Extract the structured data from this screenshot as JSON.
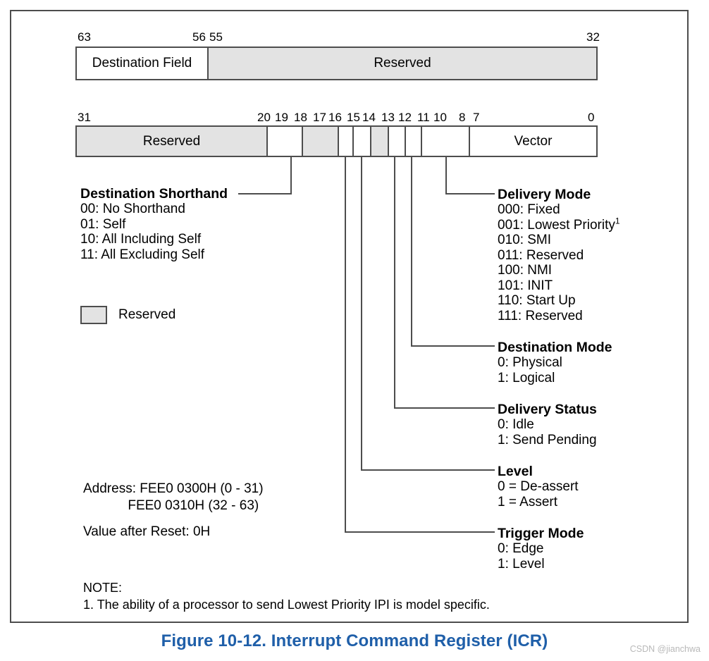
{
  "figure": {
    "caption": "Figure 10-12.  Interrupt Command Register (ICR)",
    "caption_color": "#1f5fa9"
  },
  "watermark": "CSDN @jianchwa",
  "colors": {
    "reserved_fill": "#e3e3e3",
    "border": "#4d4d4d",
    "background": "#ffffff",
    "text": "#000000"
  },
  "register_high": {
    "bit_labels": [
      "63",
      "56",
      "55",
      "32"
    ],
    "fields": [
      {
        "label": "Destination Field",
        "reserved": false
      },
      {
        "label": "Reserved",
        "reserved": true
      }
    ]
  },
  "register_low": {
    "bit_labels": [
      "31",
      "20",
      "19",
      "18",
      "17",
      "16",
      "15",
      "14",
      "13",
      "12",
      "11",
      "10",
      "8",
      "7",
      "0"
    ],
    "fields": [
      {
        "label": "Reserved",
        "reserved": true
      },
      {
        "label": "",
        "reserved": false
      },
      {
        "label": "",
        "reserved": true
      },
      {
        "label": "",
        "reserved": false
      },
      {
        "label": "",
        "reserved": false
      },
      {
        "label": "",
        "reserved": true
      },
      {
        "label": "",
        "reserved": false
      },
      {
        "label": "",
        "reserved": false
      },
      {
        "label": "",
        "reserved": false
      },
      {
        "label": "Vector",
        "reserved": false
      }
    ]
  },
  "legend": {
    "reserved_label": "Reserved"
  },
  "descriptions": {
    "destination_shorthand": {
      "title": "Destination Shorthand",
      "lines": [
        "00: No Shorthand",
        "01: Self",
        "10: All Including Self",
        "11: All Excluding Self"
      ]
    },
    "delivery_mode": {
      "title": "Delivery Mode",
      "lines": [
        "000: Fixed",
        "001: Lowest Priority",
        "010: SMI",
        "011: Reserved",
        "100: NMI",
        "101: INIT",
        "110: Start Up",
        "111: Reserved"
      ],
      "footnote_marker": "1",
      "footnote_on_line": 1
    },
    "destination_mode": {
      "title": "Destination Mode",
      "lines": [
        "0: Physical",
        "1: Logical"
      ]
    },
    "delivery_status": {
      "title": "Delivery Status",
      "lines": [
        "0: Idle",
        "1: Send Pending"
      ]
    },
    "level": {
      "title": "Level",
      "lines": [
        "0 = De-assert",
        "1 = Assert"
      ]
    },
    "trigger_mode": {
      "title": "Trigger Mode",
      "lines": [
        "0: Edge",
        "1: Level"
      ]
    }
  },
  "address_block": {
    "lines": [
      "Address: FEE0 0300H (0 - 31)",
      "            FEE0 0310H (32 - 63)",
      "Value after Reset: 0H"
    ]
  },
  "note_block": {
    "heading": "NOTE:",
    "lines": [
      "1. The ability of a processor to send Lowest Priority IPI is model specific."
    ]
  }
}
